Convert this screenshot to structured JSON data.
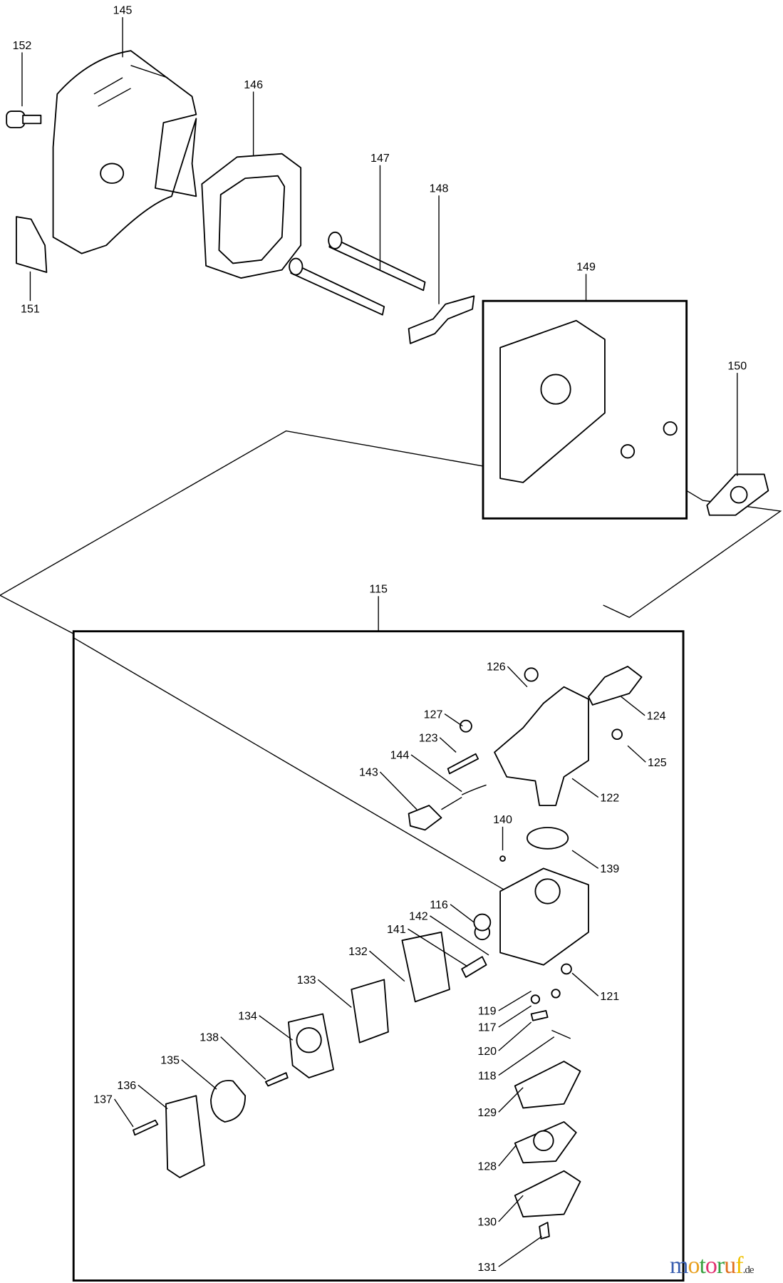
{
  "logo": {
    "text": "motoruf",
    "suffix": ".de",
    "letter_colors": [
      "#3a5fb0",
      "#e8a020",
      "#3aa040",
      "#e03070",
      "#30a040",
      "#e07020",
      "#f0c000"
    ]
  },
  "parts": [
    {
      "id": "145"
    },
    {
      "id": "152"
    },
    {
      "id": "146"
    },
    {
      "id": "147"
    },
    {
      "id": "148"
    },
    {
      "id": "149"
    },
    {
      "id": "150"
    },
    {
      "id": "151"
    },
    {
      "id": "115"
    },
    {
      "id": "126"
    },
    {
      "id": "124"
    },
    {
      "id": "127"
    },
    {
      "id": "123"
    },
    {
      "id": "125"
    },
    {
      "id": "144"
    },
    {
      "id": "143"
    },
    {
      "id": "122"
    },
    {
      "id": "140"
    },
    {
      "id": "139"
    },
    {
      "id": "116"
    },
    {
      "id": "142"
    },
    {
      "id": "141"
    },
    {
      "id": "132"
    },
    {
      "id": "133"
    },
    {
      "id": "121"
    },
    {
      "id": "119"
    },
    {
      "id": "117"
    },
    {
      "id": "120"
    },
    {
      "id": "118"
    },
    {
      "id": "134"
    },
    {
      "id": "138"
    },
    {
      "id": "135"
    },
    {
      "id": "136"
    },
    {
      "id": "137"
    },
    {
      "id": "129"
    },
    {
      "id": "128"
    },
    {
      "id": "130"
    },
    {
      "id": "131"
    }
  ]
}
